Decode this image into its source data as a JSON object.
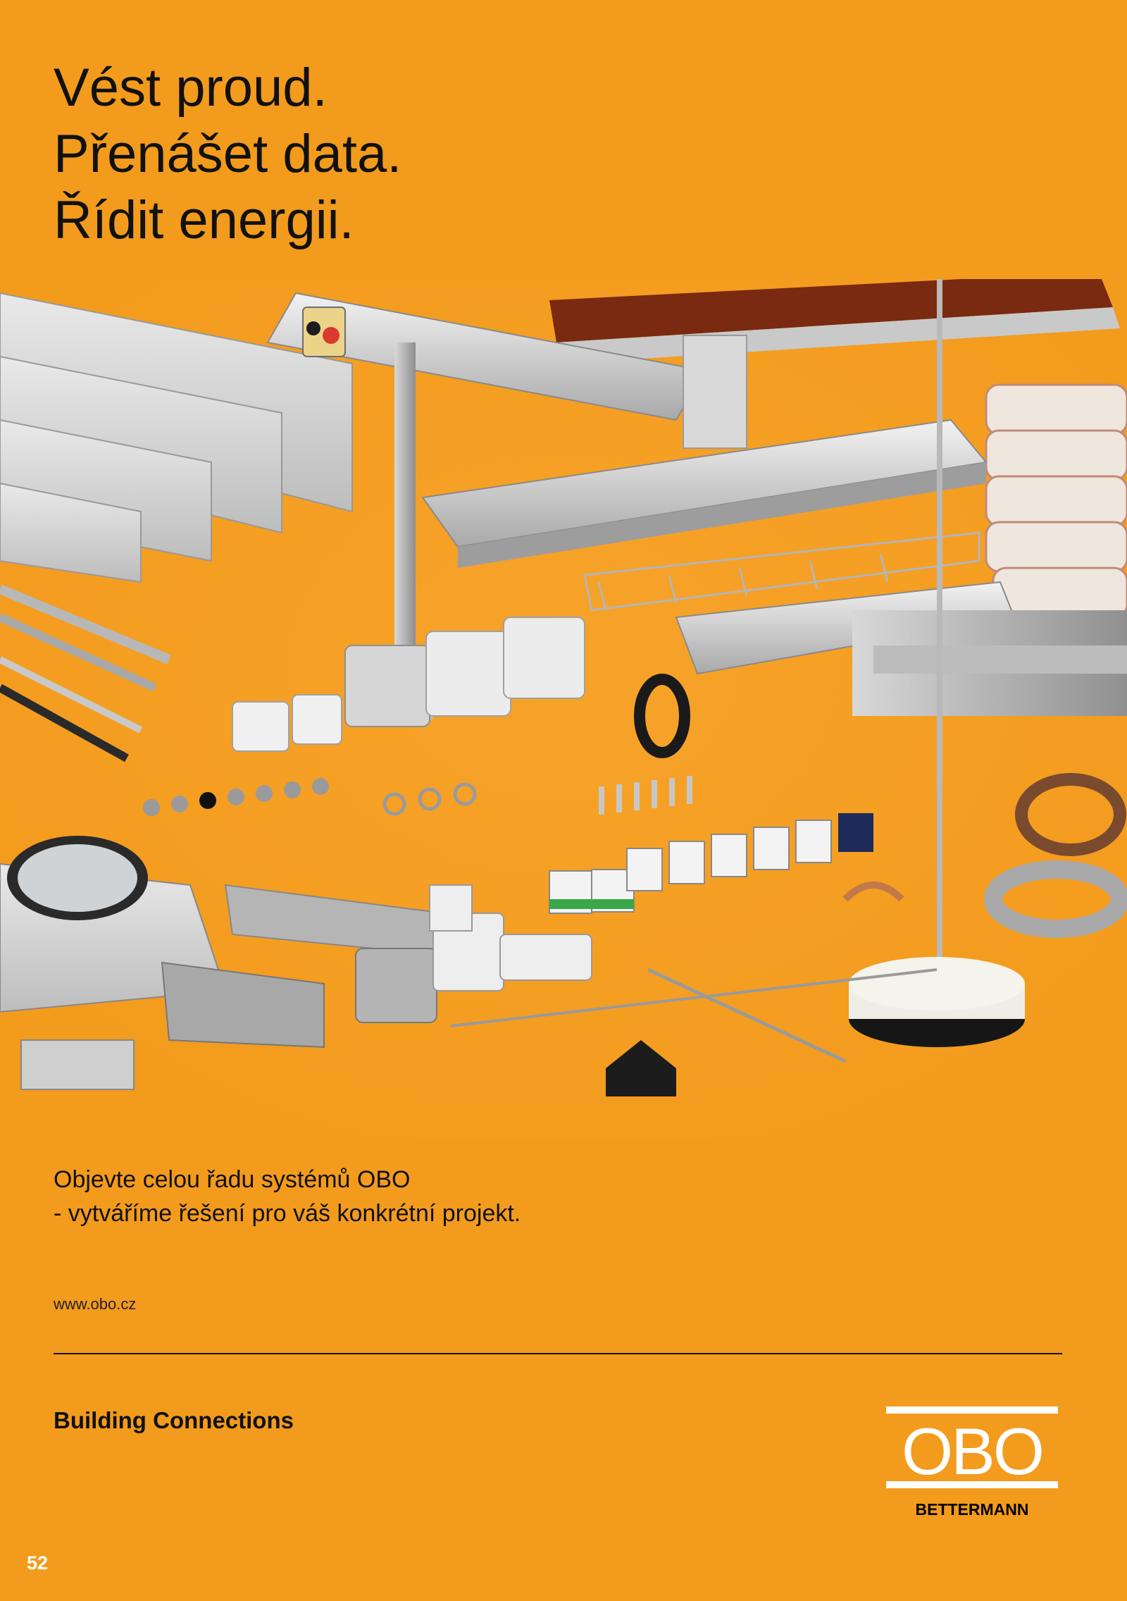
{
  "headline": {
    "line1": "Vést proud.",
    "line2": "Přenášet data.",
    "line3": "Řídit energii."
  },
  "hero_image": {
    "subject": "OBO product range"
  },
  "tagline": {
    "line1": "Objevte celou řadu systémů OBO",
    "line2": "- vytváříme řešení pro váš konkrétní projekt."
  },
  "website": "www.obo.cz",
  "claim": "Building Connections",
  "logo": {
    "word": "OBO",
    "sub": "BETTERMANN"
  },
  "page_number": "52",
  "colors": {
    "background": "#f39b1d",
    "text": "#111111",
    "logo": "#ffffff"
  }
}
